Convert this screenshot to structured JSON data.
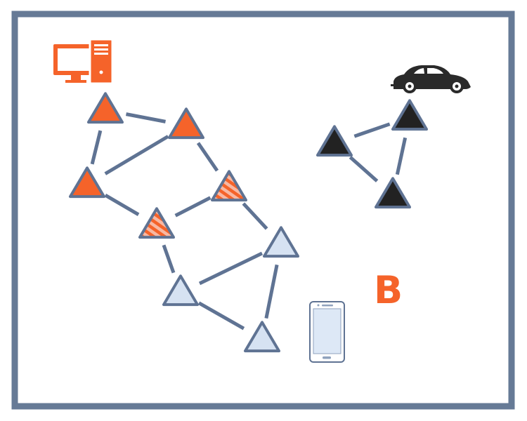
{
  "colors": {
    "frame": "#667a96",
    "edge": "#5f7393",
    "orange": "#f5632a",
    "dark": "#222222",
    "light_fill": "#d6e2f2",
    "stroke": "#5f7393",
    "hatch_bg": "#f7b8a3"
  },
  "label": {
    "text": "B",
    "color": "#f5632a"
  },
  "icons": [
    {
      "name": "desktop-computer-icon",
      "color": "#f5632a"
    },
    {
      "name": "car-icon",
      "color": "#2a2a2a"
    },
    {
      "name": "smartphone-icon",
      "color": "#5f7393"
    }
  ],
  "nodes": [
    {
      "id": "o1",
      "group": "orange",
      "fill": "solid-orange"
    },
    {
      "id": "o2",
      "group": "orange",
      "fill": "solid-orange"
    },
    {
      "id": "o3",
      "group": "orange",
      "fill": "solid-orange"
    },
    {
      "id": "h1",
      "group": "orange",
      "fill": "hatched"
    },
    {
      "id": "h2",
      "group": "orange",
      "fill": "hatched"
    },
    {
      "id": "l1",
      "group": "light",
      "fill": "light"
    },
    {
      "id": "l2",
      "group": "light",
      "fill": "light"
    },
    {
      "id": "l3",
      "group": "light",
      "fill": "light"
    },
    {
      "id": "d1",
      "group": "dark",
      "fill": "dark"
    },
    {
      "id": "d2",
      "group": "dark",
      "fill": "dark"
    },
    {
      "id": "d3",
      "group": "dark",
      "fill": "dark"
    }
  ],
  "edges": [
    [
      "o1",
      "o2"
    ],
    [
      "o1",
      "o3"
    ],
    [
      "o2",
      "o3"
    ],
    [
      "o2",
      "h1"
    ],
    [
      "o3",
      "h2"
    ],
    [
      "h2",
      "h1"
    ],
    [
      "h1",
      "l1"
    ],
    [
      "h2",
      "l2"
    ],
    [
      "l1",
      "l2"
    ],
    [
      "l1",
      "l3"
    ],
    [
      "l2",
      "l3"
    ],
    [
      "d1",
      "d2"
    ],
    [
      "d1",
      "d3"
    ],
    [
      "d2",
      "d3"
    ]
  ]
}
